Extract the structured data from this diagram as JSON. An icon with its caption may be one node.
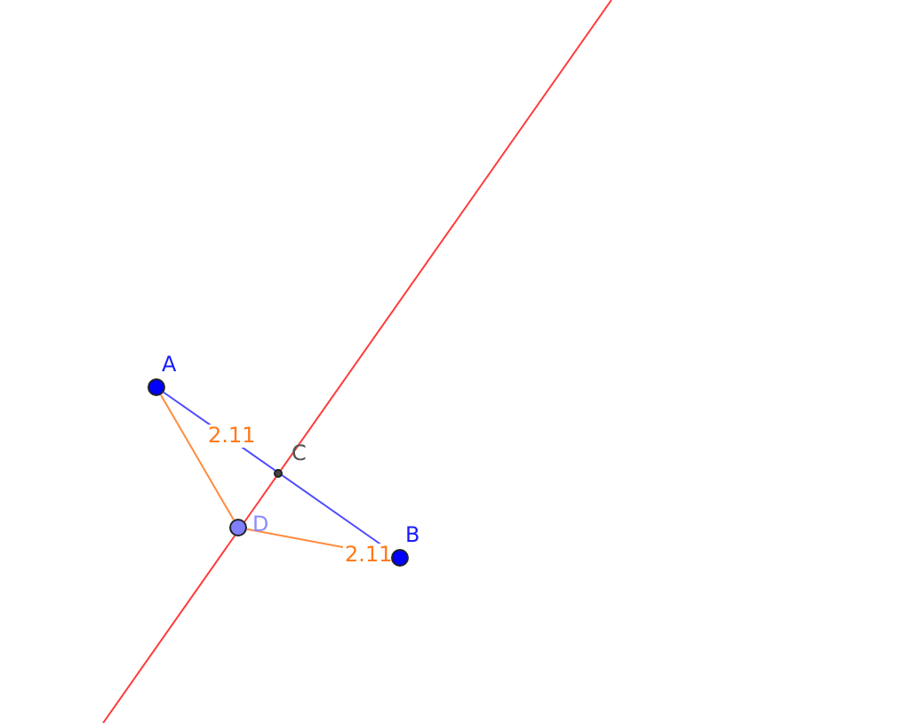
{
  "diagram": {
    "nodes": [
      {
        "text": [],
        "shape": "circle",
        "beside": [
          "A"
        ]
      },
      {
        "text": [],
        "shape": "circle",
        "beside": [
          "C"
        ]
      },
      {
        "text": [],
        "shape": "circle",
        "beside": [
          "D"
        ]
      },
      {
        "text": [],
        "shape": "circle",
        "beside": [
          "B"
        ]
      }
    ],
    "edges": [
      {
        "from": 0,
        "to": 3,
        "arrow": "none",
        "color": "#4c4cff"
      },
      {
        "from": 0,
        "to": 2,
        "arrow": "none",
        "label": "2.11"
      },
      {
        "from": 2,
        "to": 3,
        "arrow": "none",
        "label": "2.11"
      }
    ]
  }
}
